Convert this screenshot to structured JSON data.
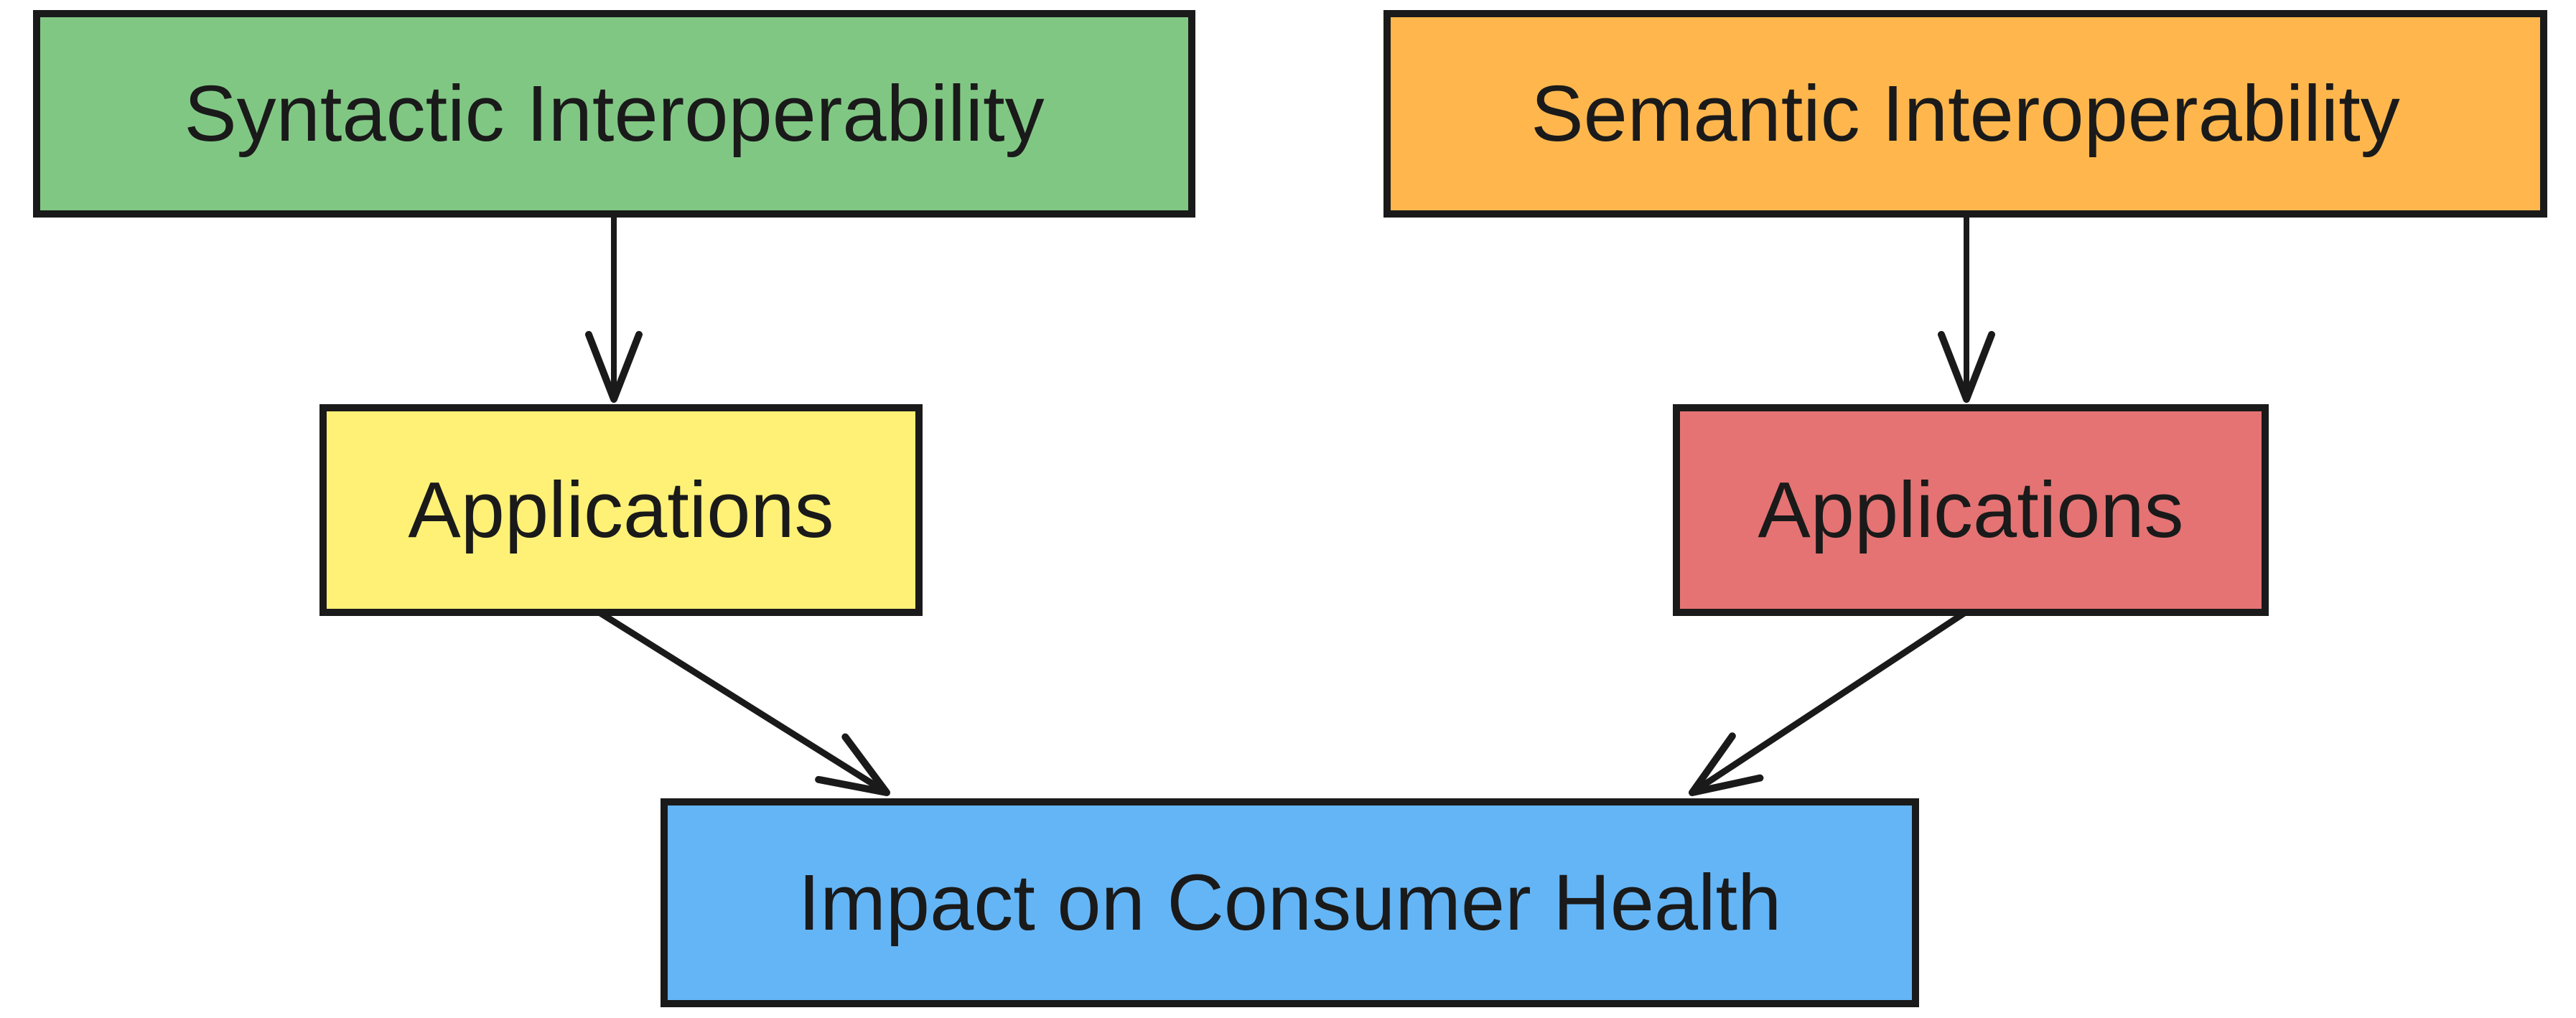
{
  "diagram": {
    "description": "Flow diagram: two interoperability types feed applications, which jointly impact consumer health",
    "stroke_color": "#1a1a1a",
    "background_color": "#ffffff",
    "nodes": [
      {
        "id": "syntactic",
        "label": "Syntactic Interoperability",
        "color": "#81C784"
      },
      {
        "id": "semantic",
        "label": "Semantic Interoperability",
        "color": "#FFB74D"
      },
      {
        "id": "applications_left",
        "label": "Applications",
        "color": "#FFF176"
      },
      {
        "id": "applications_right",
        "label": "Applications",
        "color": "#E57373"
      },
      {
        "id": "impact",
        "label": "Impact on Consumer Health",
        "color": "#64B5F6"
      }
    ],
    "edges": [
      {
        "from": "syntactic",
        "to": "applications_left",
        "style": "open-arrow"
      },
      {
        "from": "semantic",
        "to": "applications_right",
        "style": "open-arrow"
      },
      {
        "from": "applications_left",
        "to": "impact",
        "style": "open-arrow"
      },
      {
        "from": "applications_right",
        "to": "impact",
        "style": "open-arrow"
      }
    ]
  }
}
